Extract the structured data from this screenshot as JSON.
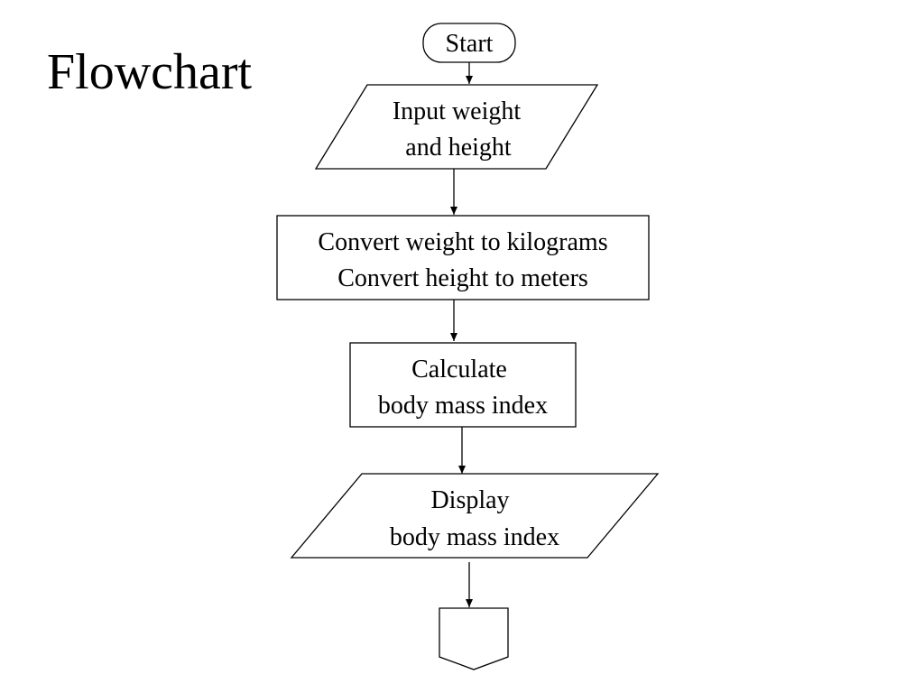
{
  "title": "Flowchart",
  "colors": {
    "stroke": "#000000",
    "background": "#ffffff",
    "text": "#000000"
  },
  "nodes": {
    "start": {
      "shape": "terminator",
      "lines": [
        "Start"
      ]
    },
    "input": {
      "shape": "parallelogram",
      "lines": [
        "Input weight",
        "and height"
      ]
    },
    "convert": {
      "shape": "process",
      "lines": [
        "Convert weight to kilograms",
        "Convert height to meters"
      ]
    },
    "calculate": {
      "shape": "process",
      "lines": [
        "Calculate",
        "body mass index"
      ]
    },
    "display": {
      "shape": "parallelogram",
      "lines": [
        "Display",
        "body mass index"
      ]
    },
    "connector": {
      "shape": "off-page-connector",
      "lines": []
    }
  },
  "edges": [
    {
      "from": "start",
      "to": "input"
    },
    {
      "from": "input",
      "to": "convert"
    },
    {
      "from": "convert",
      "to": "calculate"
    },
    {
      "from": "calculate",
      "to": "display"
    },
    {
      "from": "display",
      "to": "connector"
    }
  ]
}
